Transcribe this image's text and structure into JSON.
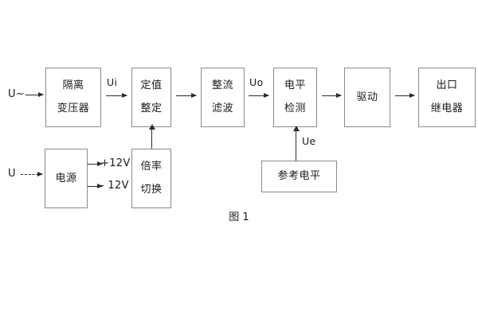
{
  "figure": {
    "caption": "图 1",
    "colors": {
      "background": "#ffffff",
      "box_border": "#8a8a8a",
      "line": "#2b2b2b",
      "text": "#1a1a1a"
    }
  },
  "blocks": [
    {
      "id": "isolation-transformer",
      "line1": "隔离",
      "line2": "变压器"
    },
    {
      "id": "setpoint-adjust",
      "line1": "定值",
      "line2": "整定"
    },
    {
      "id": "rectify-filter",
      "line1": "整流",
      "line2": "滤波"
    },
    {
      "id": "level-detect",
      "line1": "电平",
      "line2": "检测"
    },
    {
      "id": "drive",
      "line1": "驱动",
      "line2": ""
    },
    {
      "id": "output-relay",
      "line1": "出口",
      "line2": "继电器"
    },
    {
      "id": "power-supply",
      "line1": "电源",
      "line2": ""
    },
    {
      "id": "multiplier-switch",
      "line1": "倍率",
      "line2": "切换"
    },
    {
      "id": "reference-level",
      "line1": "参考电平",
      "line2": ""
    }
  ],
  "labels": {
    "input_ac": "U~",
    "input_dc": "U",
    "signal_ui": "Ui",
    "signal_uo": "Uo",
    "signal_ue": "Ue",
    "rail_positive": "+12V",
    "rail_negative": "- 12V"
  }
}
